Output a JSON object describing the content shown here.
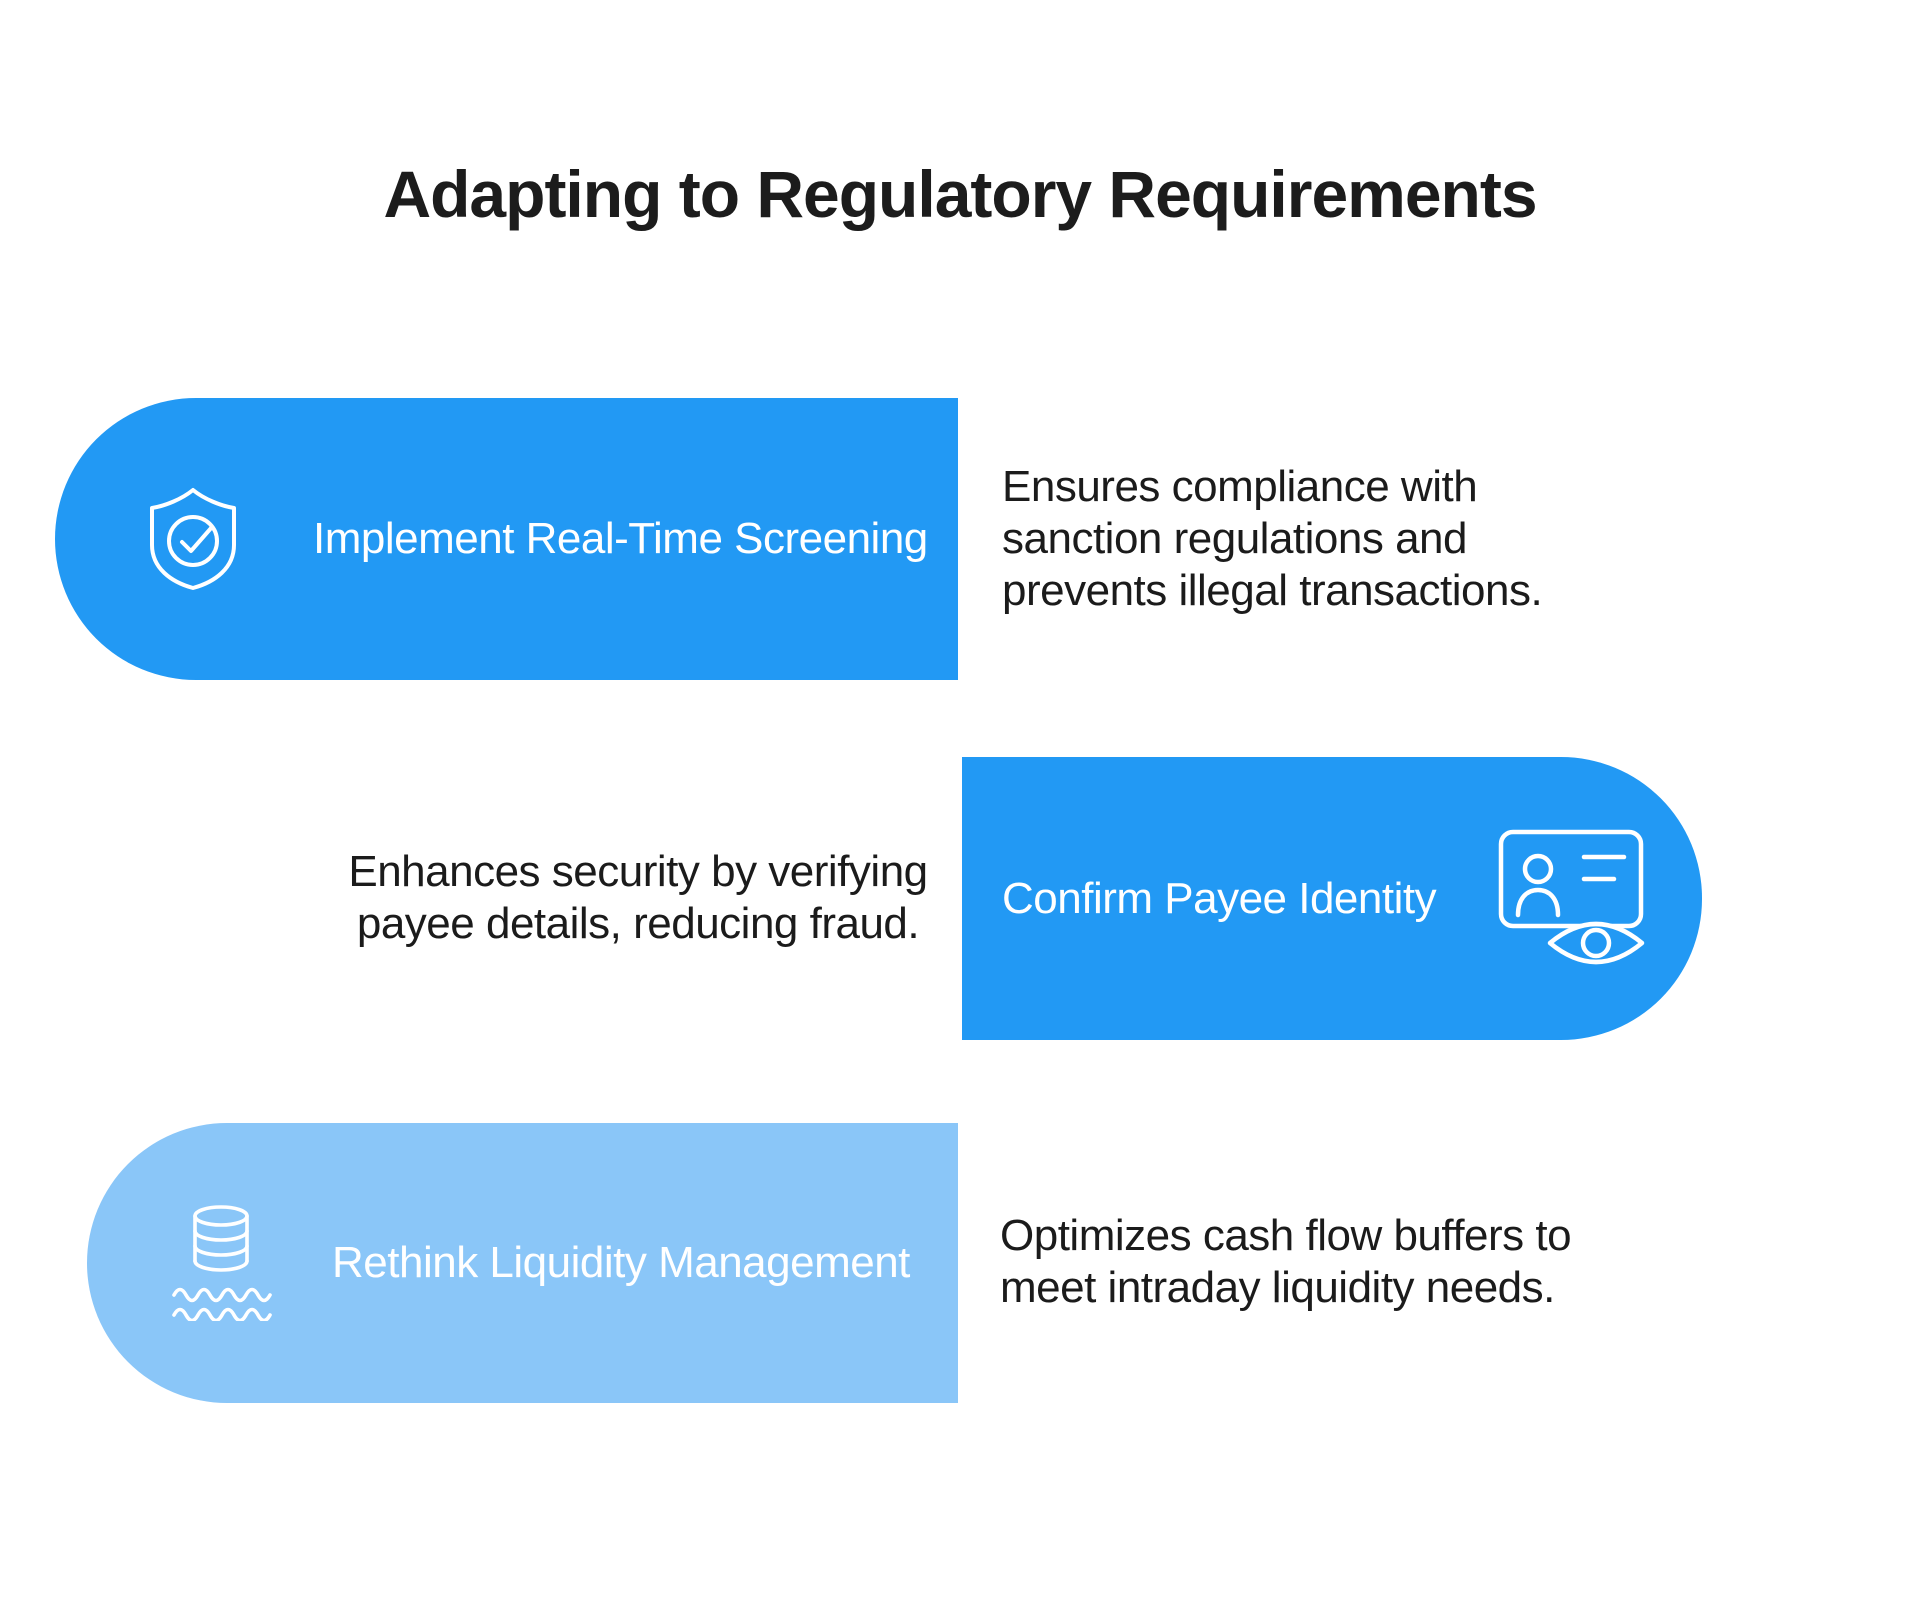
{
  "title": "Adapting to Regulatory Requirements",
  "colors": {
    "pill_blue": "#2299F4",
    "pill_light_blue": "#8AC6F8",
    "label_text": "#FFFFFF",
    "body_text": "#1B1B1B",
    "background": "#FFFFFF"
  },
  "rows": [
    {
      "label": "Implement Real-Time Screening",
      "icon": "shield-check-icon",
      "side": "left",
      "desc_lines": [
        "Ensures compliance with",
        "sanction regulations and",
        "prevents illegal transactions."
      ]
    },
    {
      "label": "Confirm Payee Identity",
      "icon": "id-card-eye-icon",
      "side": "right",
      "desc_lines": [
        "Enhances security by verifying",
        "payee details, reducing fraud."
      ]
    },
    {
      "label": "Rethink Liquidity Management",
      "icon": "liquidity-database-wave-icon",
      "side": "left",
      "desc_lines": [
        "Optimizes cash flow buffers to",
        "meet intraday liquidity needs."
      ]
    }
  ]
}
